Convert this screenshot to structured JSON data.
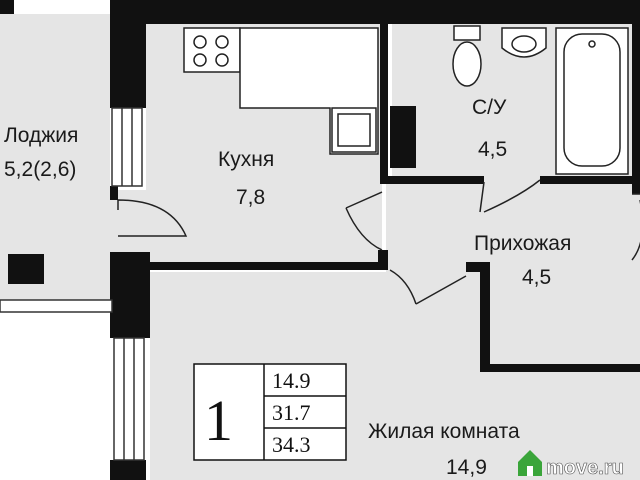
{
  "rooms": {
    "loggia": {
      "name": "Лоджия",
      "area": "5,2(2,6)"
    },
    "kitchen": {
      "name": "Кухня",
      "area": "7,8"
    },
    "bathroom": {
      "name": "С/У",
      "area": "4,5"
    },
    "hallway": {
      "name": "Прихожая",
      "area": "4,5"
    },
    "living_room": {
      "name": "Жилая комната",
      "area": "14,9"
    }
  },
  "summary": {
    "room_count": "1",
    "living_area": "14.9",
    "total_area": "31.7",
    "total_with_loggia": "34.3"
  },
  "watermark": {
    "text": "move.ru"
  },
  "colors": {
    "floor": "#e5e5e5",
    "wall": "#111111",
    "fixture_stroke": "#222222",
    "watermark_green": "#3aa53a"
  }
}
